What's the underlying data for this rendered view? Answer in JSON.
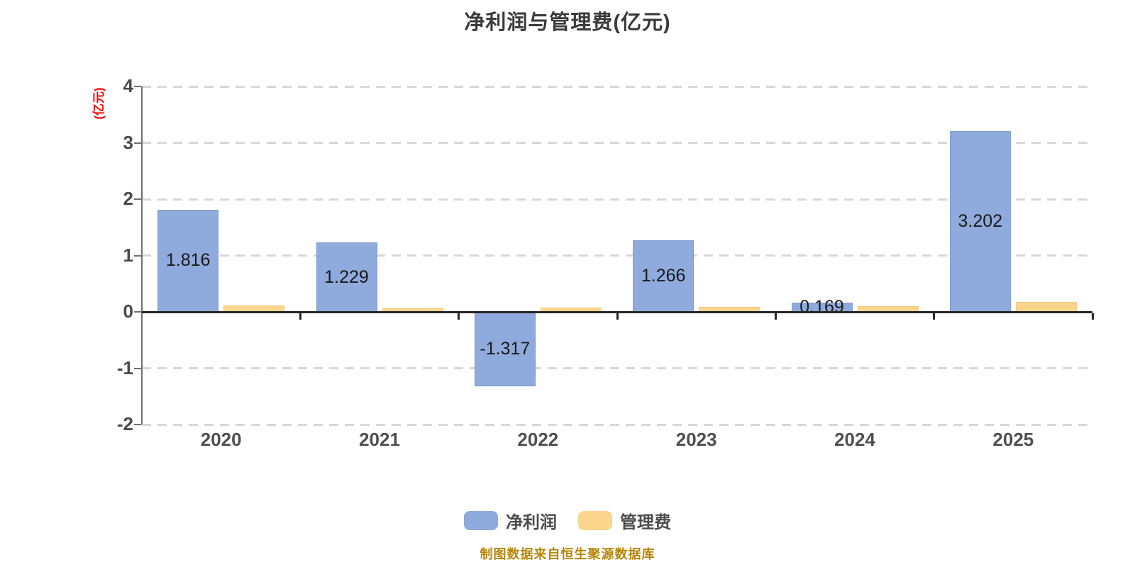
{
  "title": "净利润与管理费(亿元)",
  "y_axis_label": "(亿元)",
  "footer": "制图数据来自恒生聚源数据库",
  "colors": {
    "net_profit": "#8fAADC",
    "mgmt_fee": "#fbd58c",
    "net_profit_border": "#7e9bcd",
    "mgmt_fee_border": "#eec77c",
    "gridline": "#d8d8d8",
    "zero_axis": "#262626",
    "y_axis_label_red": "#ff0000",
    "footer_text": "#b8860b"
  },
  "legend": [
    {
      "label": "净利润"
    },
    {
      "label": "管理费"
    }
  ],
  "chart_data": {
    "type": "bar",
    "categories": [
      "2020",
      "2021",
      "2022",
      "2023",
      "2024",
      "2025"
    ],
    "series": [
      {
        "name": "净利润",
        "color": "#8fAADC",
        "border": "#7e9bcd",
        "values": [
          1.816,
          1.229,
          -1.317,
          1.266,
          0.169,
          3.202
        ],
        "labels": [
          "1.816",
          "1.229",
          "-1.317",
          "1.266",
          "0.169",
          "3.202"
        ]
      },
      {
        "name": "管理费",
        "color": "#fbd58c",
        "border": "#eec77c",
        "values": [
          0.11,
          0.06,
          0.07,
          0.09,
          0.1,
          0.17
        ],
        "labels": []
      }
    ],
    "title": "净利润与管理费(亿元)",
    "ylabel": "(亿元)",
    "y_ticks": [
      4,
      3,
      2,
      1,
      0,
      -1,
      -2
    ],
    "ylim": [
      -2,
      4
    ],
    "grid": "horizontal-dashed",
    "legend_position": "bottom",
    "value_labels_on": "净利润"
  }
}
